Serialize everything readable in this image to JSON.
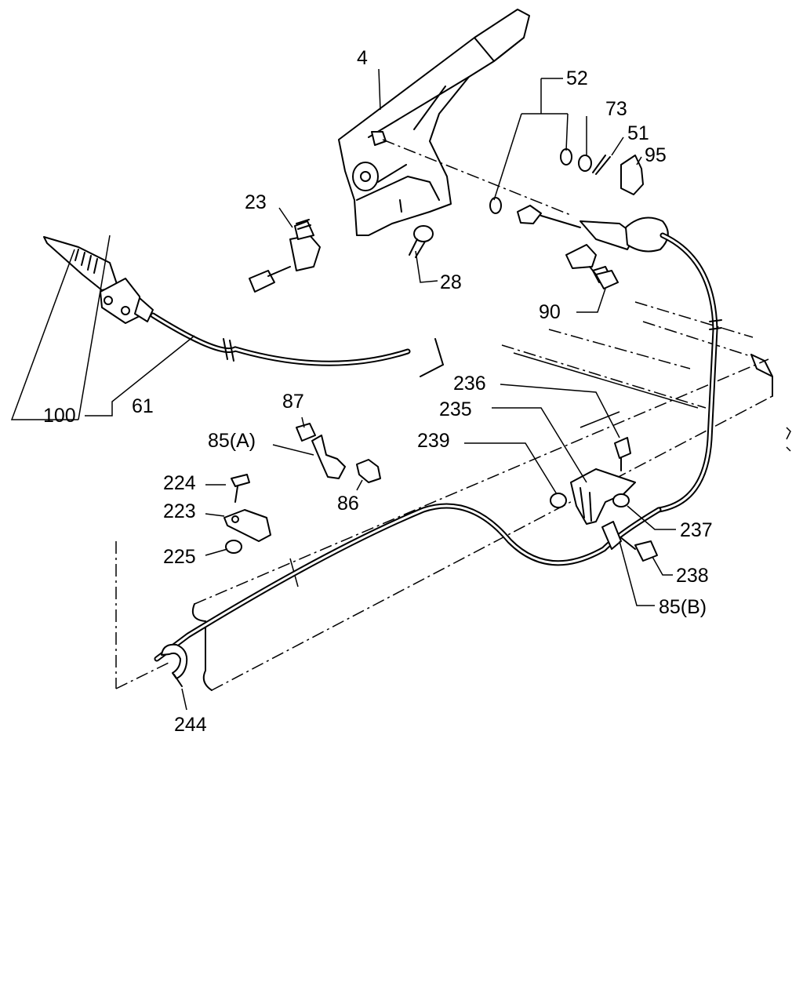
{
  "labels": {
    "p4": "4",
    "p52": "52",
    "p73": "73",
    "p51": "51",
    "p95": "95",
    "p23": "23",
    "p28": "28",
    "p90": "90",
    "p100": "100",
    "p61": "61",
    "p87": "87",
    "p85a": "85(A)",
    "p86": "86",
    "p224": "224",
    "p223": "223",
    "p225": "225",
    "p236": "236",
    "p235": "235",
    "p239": "239",
    "p237": "237",
    "p238": "238",
    "p85b": "85(B)",
    "p244": "244"
  }
}
